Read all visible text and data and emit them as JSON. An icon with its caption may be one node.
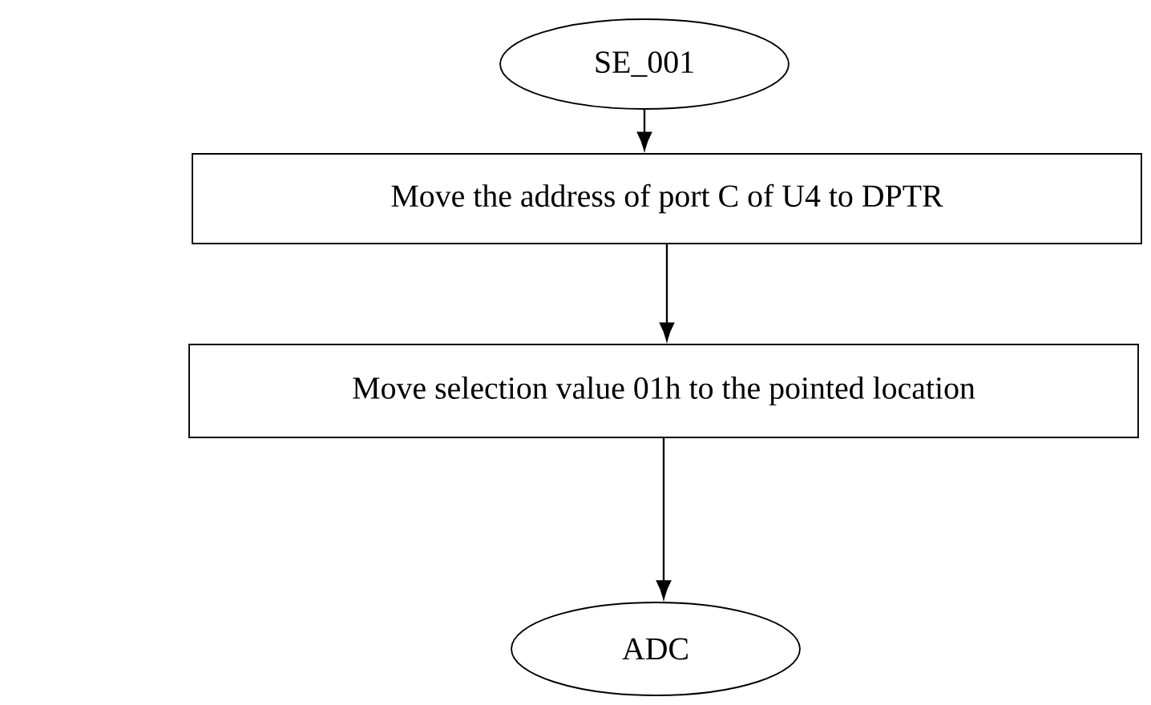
{
  "diagram": {
    "nodes": [
      {
        "text": [
          "SE_001"
        ]
      },
      {
        "text": [
          "Move the address of port C of U4 to DPTR"
        ]
      },
      {
        "text": [
          "Move selection value 01h to the pointed location"
        ]
      },
      {
        "text": [
          "ADC"
        ]
      }
    ],
    "edges": [
      {
        "from": 0,
        "to": 1,
        "arrow": "to"
      },
      {
        "from": 1,
        "to": 2,
        "arrow": "to"
      },
      {
        "from": 2,
        "to": 3,
        "arrow": "to"
      }
    ]
  }
}
